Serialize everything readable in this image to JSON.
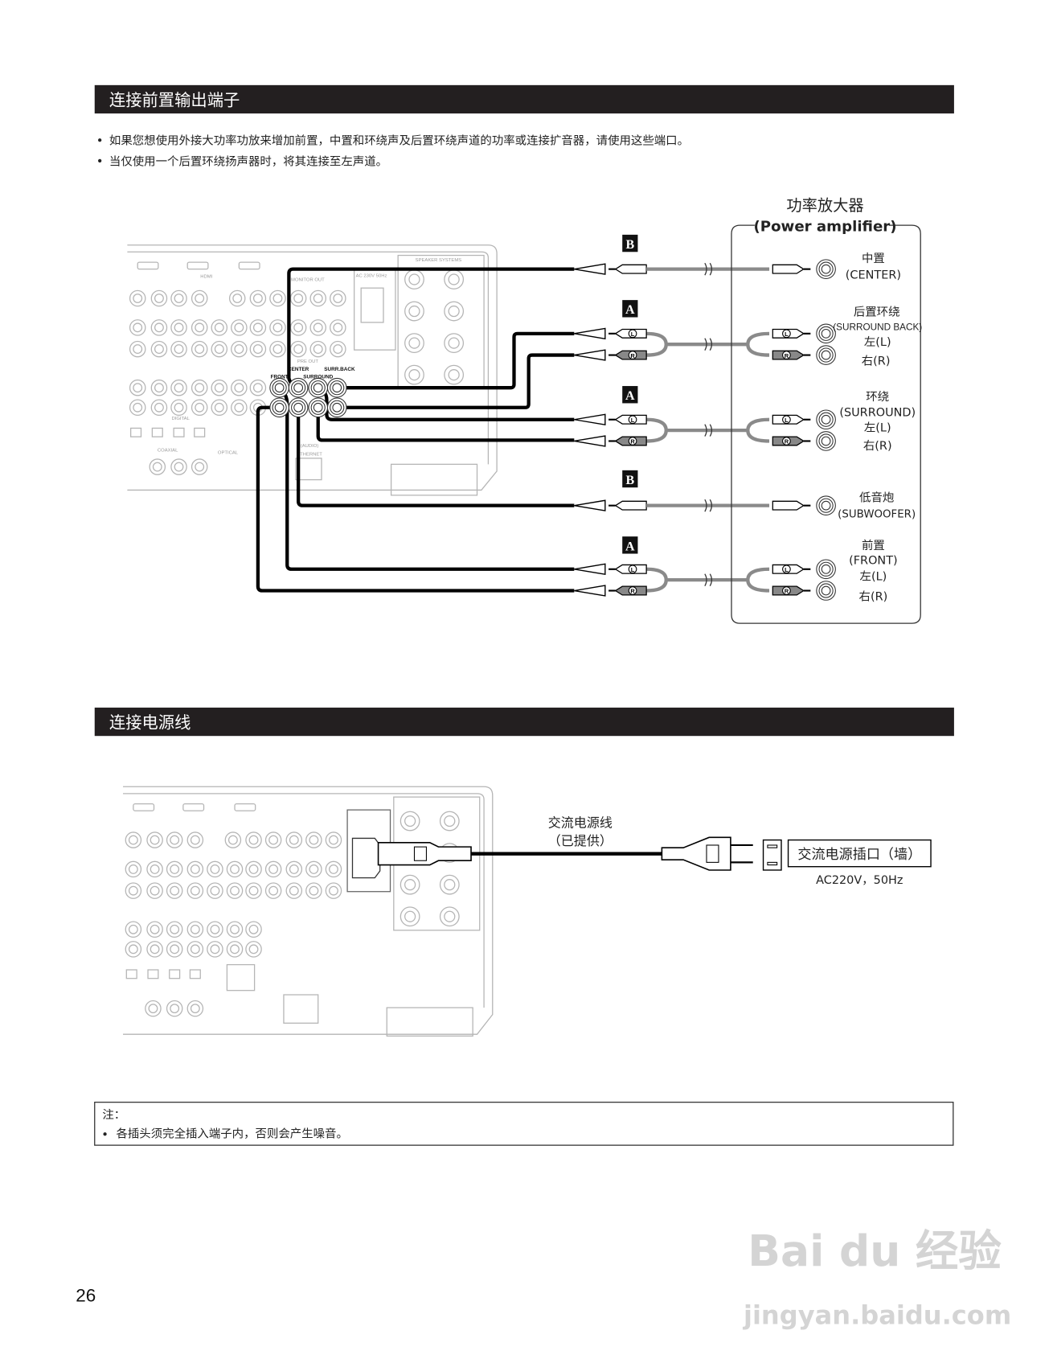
{
  "section1": {
    "title": "连接前置输出端子",
    "bullets": [
      "如果您想使用外接大功率功放来增加前置，中置和环绕声及后置环绕声道的功率或连接扩音器，请使用这些端口。",
      "当仅使用一个后置环绕扬声器时，将其连接至左声道。"
    ],
    "cable_type_labels": [
      "B",
      "A",
      "A",
      "B",
      "A"
    ],
    "receiver_pre_out_labels": [
      "FRONT",
      "CENTER",
      "SURROUND",
      "SURR.BACK"
    ],
    "receiver_panel_labels": {
      "pre_out": "PRE OUT",
      "hdmi": "HDMI",
      "monitor_out": "MONITOR OUT",
      "ac_in": "AC 230V 50Hz",
      "speaker_systems": "SPEAKER SYSTEMS",
      "digital": "DIGITAL",
      "optical": "OPTICAL",
      "coaxial": "COAXIAL",
      "ethernet": "ETHERNET",
      "audio": "(AUDIO)"
    },
    "plug_marks": {
      "left": "L",
      "right": "R"
    },
    "amplifier": {
      "title_cn": "功率放大器",
      "title_en": "(Power amplifier)",
      "center": {
        "cn": "中置",
        "en": "(CENTER)"
      },
      "surround_back": {
        "cn": "后置环绕",
        "en": "(SURROUND BACK)",
        "left": "左(L)",
        "right": "右(R)"
      },
      "surround": {
        "cn": "环绕",
        "en": "(SURROUND)",
        "left": "左(L)",
        "right": "右(R)"
      },
      "subwoofer": {
        "cn": "低音炮",
        "en": "(SUBWOOFER)"
      },
      "front": {
        "cn": "前置",
        "en": "(FRONT)",
        "left": "左(L)",
        "right": "右(R)"
      }
    }
  },
  "section2": {
    "title": "连接电源线",
    "cord_label": "交流电源线",
    "cord_note": "（已提供）",
    "outlet_label": "交流电源插口（墙）",
    "outlet_spec": "AC220V，50Hz"
  },
  "note": {
    "heading": "注：",
    "bullets": [
      "各插头须完全插入端子内，否则会产生噪音。"
    ]
  },
  "page_number": "26",
  "watermark": {
    "logo": "Bai du 经验",
    "url": "jingyan.baidu.com"
  },
  "colors": {
    "header_bg": "#231f20",
    "cable_black": "#000000",
    "cable_gray": "#8a8a8a",
    "panel_gray": "#b5b5b5"
  }
}
